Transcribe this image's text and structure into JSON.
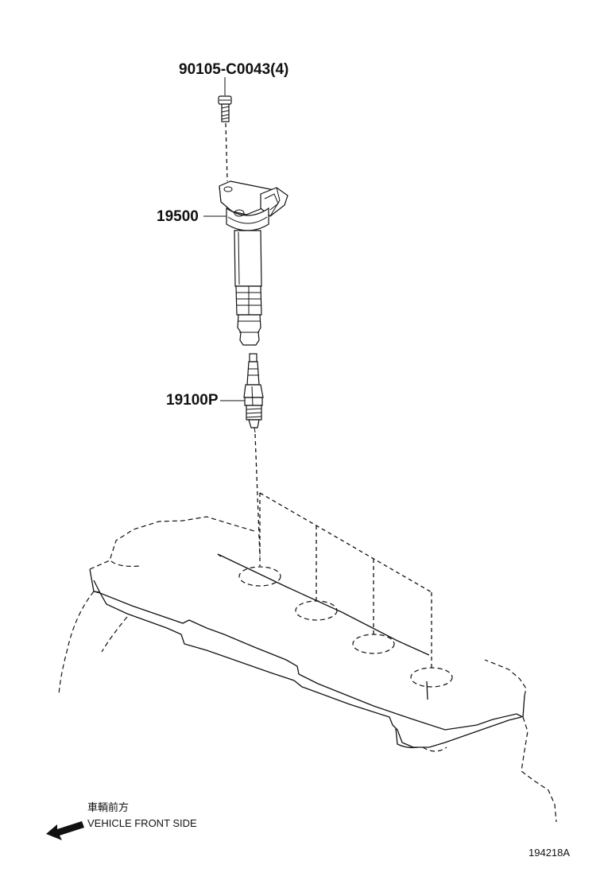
{
  "parts": {
    "bolt": {
      "label": "90105-C0043(4)"
    },
    "ignition_coil": {
      "label": "19500"
    },
    "spark_plug": {
      "label": "19100P"
    }
  },
  "direction": {
    "label_jp": "車輌前方",
    "label_en": "VEHICLE FRONT SIDE"
  },
  "figure_code": "194218A"
}
